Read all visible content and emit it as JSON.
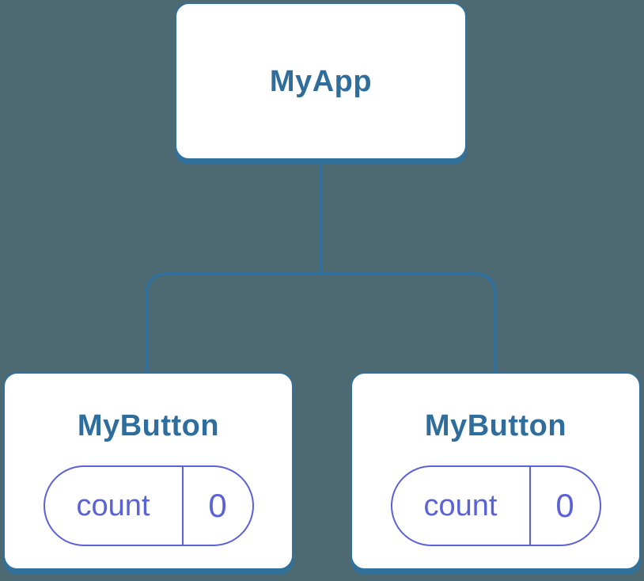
{
  "colors": {
    "background": "#4d6972",
    "node_fill": "#ffffff",
    "node_stroke": "#31719b",
    "node_label": "#2e6d9c",
    "connector": "#31719b",
    "state_accent": "#5b62d8"
  },
  "tree": {
    "root": {
      "label": "MyApp"
    },
    "children": [
      {
        "label": "MyButton",
        "state": {
          "name": "count",
          "value": "0"
        }
      },
      {
        "label": "MyButton",
        "state": {
          "name": "count",
          "value": "0"
        }
      }
    ]
  }
}
